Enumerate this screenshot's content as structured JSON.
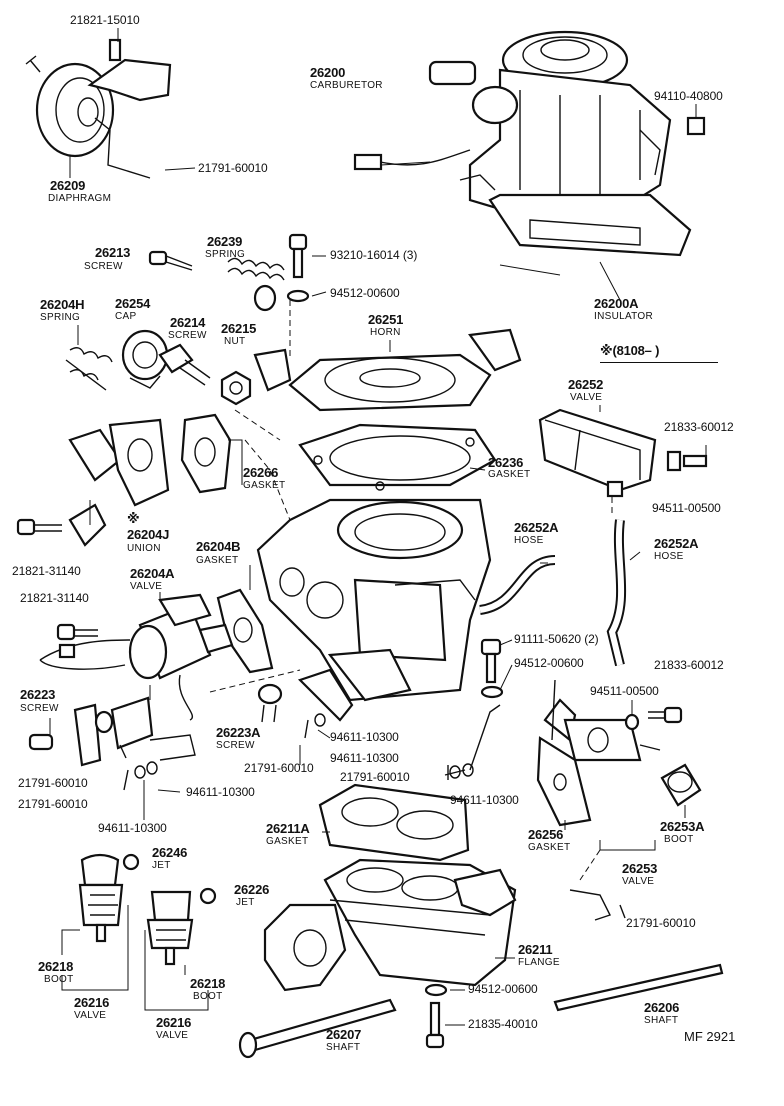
{
  "parts": {
    "diaphragm_bolt": "21821-15010",
    "diaphragm_clip": "21791-60010",
    "diaphragm_num": "26209",
    "diaphragm_name": "DIAPHRAGM",
    "carburetor_num": "26200",
    "carburetor_name": "CARBURETOR",
    "nut_pn": "94110-40800",
    "insulator_num": "26200A",
    "insulator_name": "INSULATOR",
    "screw_num": "26213",
    "screw_name": "SCREW",
    "spring_num": "26239",
    "spring_name": "SPRING",
    "bolt_pn": "93210-16014 (3)",
    "washer_pn": "94512-00600",
    "spring_h_num": "26204H",
    "spring_h_name": "SPRING",
    "cap_num": "26254",
    "cap_name": "CAP",
    "screw2_num": "26214",
    "screw2_name": "SCREW",
    "nut_num": "26215",
    "nut_name": "NUT",
    "horn_num": "26251",
    "horn_name": "HORN",
    "remark": "※(8108–     )",
    "valve_num": "26252",
    "valve_name": "VALVE",
    "bolt2_pn": "21833-60012",
    "washer2_pn": "94511-00500",
    "gasket_top_num": "26266",
    "gasket_top_name": "GASKET",
    "horn_gasket_num": "26236",
    "horn_gasket_name": "GASKET",
    "union_mark": "※",
    "union_num": "26204J",
    "union_name": "UNION",
    "union_bolt_pn": "21821-31140",
    "gasket_b_num": "26204B",
    "gasket_b_name": "GASKET",
    "hose_a_num": "26252A",
    "hose_a_name": "HOSE",
    "hose_b_num": "26252A",
    "hose_b_name": "HOSE",
    "valve_a_num": "26204A",
    "valve_a_name": "VALVE",
    "valve_a_bolt_pn": "21821-31140",
    "bolt3_pn": "91111-50620 (2)",
    "washer3_pn": "94512-00600",
    "bolt4_pn": "21833-60012",
    "washer4_pn": "94511-00500",
    "screw3_num": "26223",
    "screw3_name": "SCREW",
    "screw4_num": "26223A",
    "screw4_name": "SCREW",
    "washer5_pn": "94611-10300",
    "clip2_pn": "21791-60010",
    "washer6_pn": "94611-10300",
    "clip3_pn": "21791-60010",
    "washer7_pn": "94611-10300",
    "clip4_pn": "21791-60010",
    "clip5_pn": "21791-60010",
    "washer8_pn": "94611-10300",
    "flange_gasket_num": "26211A",
    "flange_gasket_name": "GASKET",
    "gasket_c_num": "26256",
    "gasket_c_name": "GASKET",
    "boot_a_num": "26253A",
    "boot_a_name": "BOOT",
    "valve_b_num": "26253",
    "valve_b_name": "VALVE",
    "jet_num": "26246",
    "jet_name": "JET",
    "jet2_num": "26226",
    "jet2_name": "JET",
    "clip6_pn": "21791-60010",
    "flange_num": "26211",
    "flange_name": "FLANGE",
    "boot1_num": "26218",
    "boot1_name": "BOOT",
    "boot2_num": "26218",
    "boot2_name": "BOOT",
    "valve_c_num": "26216",
    "valve_c_name": "VALVE",
    "valve_d_num": "26216",
    "valve_d_name": "VALVE",
    "washer9_pn": "94512-00600",
    "shaft_num": "26206",
    "shaft_name": "SHAFT",
    "shaft2_num": "26207",
    "shaft2_name": "SHAFT",
    "bolt5_pn": "21835-40010"
  },
  "footer": {
    "code": "MF  2921"
  }
}
